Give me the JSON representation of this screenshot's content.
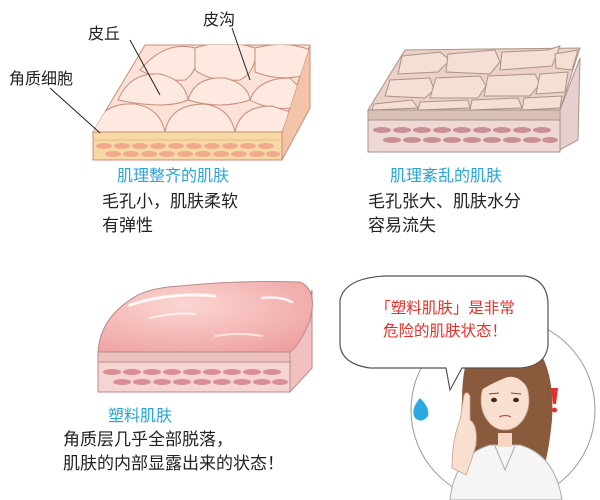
{
  "labels": {
    "pihqiu": "皮丘",
    "pigou": "皮沟",
    "jiaozhi": "角质细胞"
  },
  "panels": [
    {
      "caption": "肌理整齐的肌肤",
      "desc_line1": "毛孔小，肌肤柔软",
      "desc_line2": "有弹性"
    },
    {
      "caption": "肌理紊乱的肌肤",
      "desc_line1": "毛孔张大、肌肤水分",
      "desc_line2": "容易流失"
    },
    {
      "caption": "塑料肌肤",
      "desc_line1": "角质层几乎全部脱落，",
      "desc_line2": "肌肤的内部显露出来的状态！"
    }
  ],
  "bubble": {
    "line1": "「塑料肌肤」是非常",
    "line2": "危险的肌肤状态！"
  },
  "colors": {
    "caption": "#2aa3d6",
    "warning": "#e0312a",
    "skin_top": "#fbe1d6",
    "skin_rough": "#ecd1c4",
    "skin_plastic": "#f2b1b0",
    "layer_band": "#f6d9a5",
    "cells": "#f2a98e",
    "deep_layer": "#f4c8c8"
  }
}
